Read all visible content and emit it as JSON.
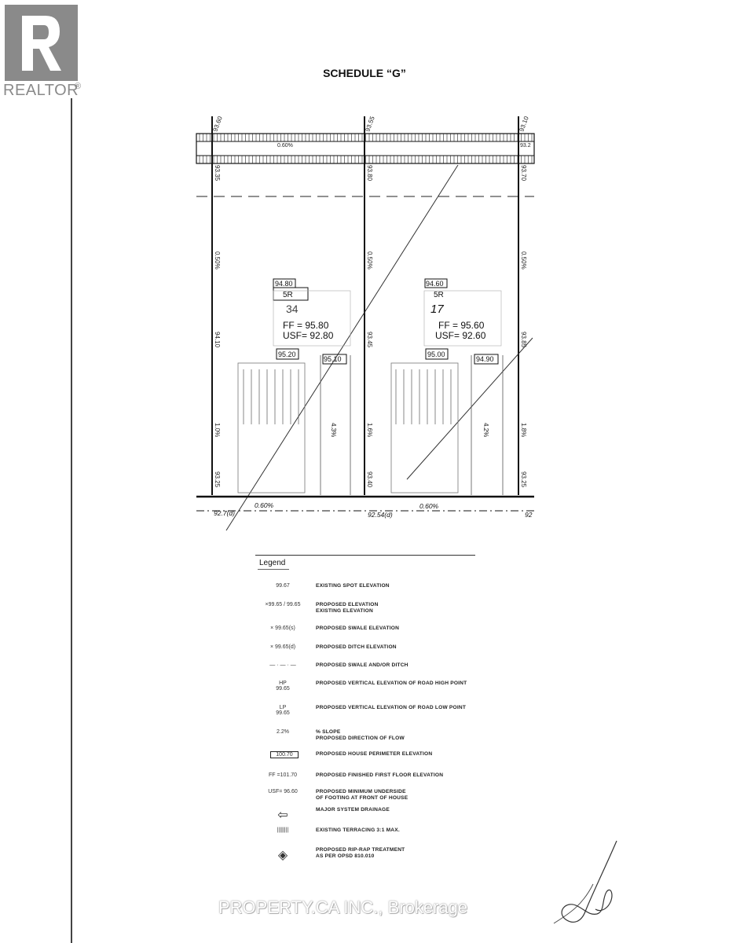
{
  "watermark": {
    "logo_text": "REALTOR",
    "logo_reg": "®",
    "brokerage": "PROPERTY.CA INC., Brokerage"
  },
  "document": {
    "title": "SCHEDULE “G”"
  },
  "plan": {
    "top_elevations": [
      "93.60",
      "93.55",
      "93.10"
    ],
    "top_right_val": "93.2",
    "front_elev_left": [
      "93.35",
      "93.80",
      "93.70"
    ],
    "slope_half": [
      "0.50%",
      "0.50%",
      "0.50%"
    ],
    "mid_elev": [
      "94.10",
      "93.45",
      "93.85"
    ],
    "slope_one": [
      "1.0%",
      "1.6%",
      "1.8%"
    ],
    "rear_elev": [
      "93.25",
      "93.40",
      "93.25"
    ],
    "top_center_small": "0.60%",
    "lots": [
      {
        "perimeter": "94.80",
        "type": "5R",
        "number": "34",
        "ff": "FF = 95.80",
        "usf": "USF= 92.80",
        "front_left": "95.20",
        "front_right": "95.10",
        "slope": "4.3%"
      },
      {
        "perimeter": "94.60",
        "type": "5R",
        "number": "17",
        "ff": "FF = 95.60",
        "usf": "USF= 92.60",
        "front_left": "95.00",
        "front_right": "94.90",
        "slope": "4.2%"
      }
    ],
    "ditch_left": "92.7(d)",
    "ditch_slope_left": "0.60%",
    "ditch_mid": "92.54(d)",
    "ditch_slope_mid": "0.60%",
    "ditch_right": "92"
  },
  "legend": {
    "heading": "Legend",
    "items": [
      {
        "symbol": "99.67",
        "desc": "EXISTING SPOT ELEVATION"
      },
      {
        "symbol": "×99.65 / 99.65",
        "desc": "PROPOSED ELEVATION\nEXISTING ELEVATION"
      },
      {
        "symbol": "× 99.65(s)",
        "desc": "PROPOSED SWALE ELEVATION"
      },
      {
        "symbol": "× 99.65(d)",
        "desc": "PROPOSED DITCH ELEVATION"
      },
      {
        "symbol": "— · — · —",
        "desc": "PROPOSED SWALE AND/OR DITCH"
      },
      {
        "symbol": "HP\n99.65",
        "desc": "PROPOSED VERTICAL ELEVATION OF ROAD HIGH POINT"
      },
      {
        "symbol": "LP\n99.65",
        "desc": "PROPOSED VERTICAL ELEVATION OF ROAD LOW POINT"
      },
      {
        "symbol": "2.2%",
        "desc": "% SLOPE\nPROPOSED DIRECTION OF FLOW"
      },
      {
        "symbol": "100.70",
        "desc": "PROPOSED HOUSE PERIMETER ELEVATION"
      },
      {
        "symbol": "FF =101.70",
        "desc": "PROPOSED FINISHED FIRST FLOOR ELEVATION"
      },
      {
        "symbol": "USF= 96.60",
        "desc": "PROPOSED MINIMUM UNDERSIDE\nOF FOOTING AT FRONT OF HOUSE"
      },
      {
        "symbol": "⇦",
        "desc": "MAJOR SYSTEM DRAINAGE"
      },
      {
        "symbol": "||||||||",
        "desc": "EXISTING TERRACING 3:1 MAX."
      },
      {
        "symbol": "◈",
        "desc": "PROPOSED RIP-RAP TREATMENT\nAS PER OPSD 810.010"
      }
    ]
  }
}
